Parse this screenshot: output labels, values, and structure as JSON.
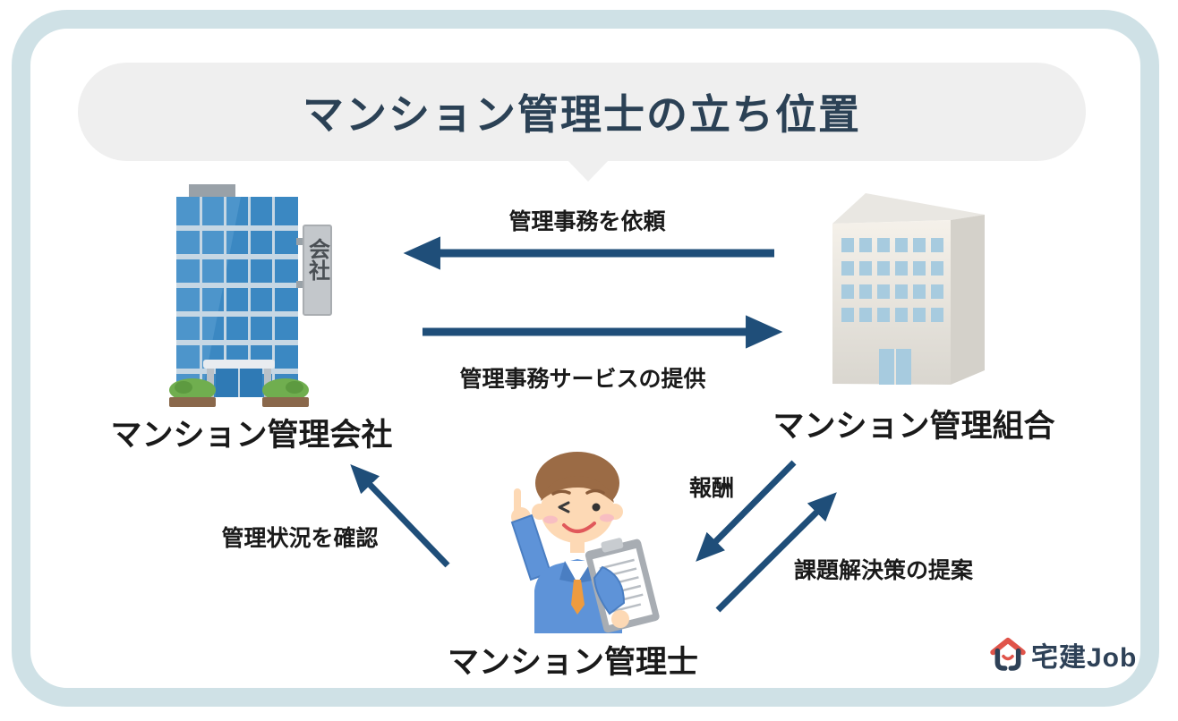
{
  "title": {
    "text": "マンション管理士の立ち位置"
  },
  "entities": {
    "company": {
      "label": "マンション管理会社",
      "icon": "blue-office-building",
      "sign_text": "会社"
    },
    "association": {
      "label": "マンション管理組合",
      "icon": "gray-condominium-building"
    },
    "consultant": {
      "label": "マンション管理士",
      "icon": "consultant-person-with-clipboard"
    }
  },
  "arrows": [
    {
      "id": "request",
      "label": "管理事務を依頼",
      "from": "association",
      "to": "company"
    },
    {
      "id": "provide",
      "label": "管理事務サービスの提供",
      "from": "company",
      "to": "association"
    },
    {
      "id": "check",
      "label": "管理状況を確認",
      "from": "consultant",
      "to": "company"
    },
    {
      "id": "reward",
      "label": "報酬",
      "from": "association",
      "to": "consultant"
    },
    {
      "id": "proposal",
      "label": "課題解決策の提案",
      "from": "consultant",
      "to": "association"
    }
  ],
  "logo": {
    "text": "宅建Job"
  },
  "colors": {
    "frame": "#cfe1e6",
    "banner": "#efefef",
    "title_text": "#2b4155",
    "arrow": "#1f4e79",
    "label_text": "#1a1a1a",
    "logo_navy": "#2e4157",
    "logo_red": "#e0544a"
  }
}
